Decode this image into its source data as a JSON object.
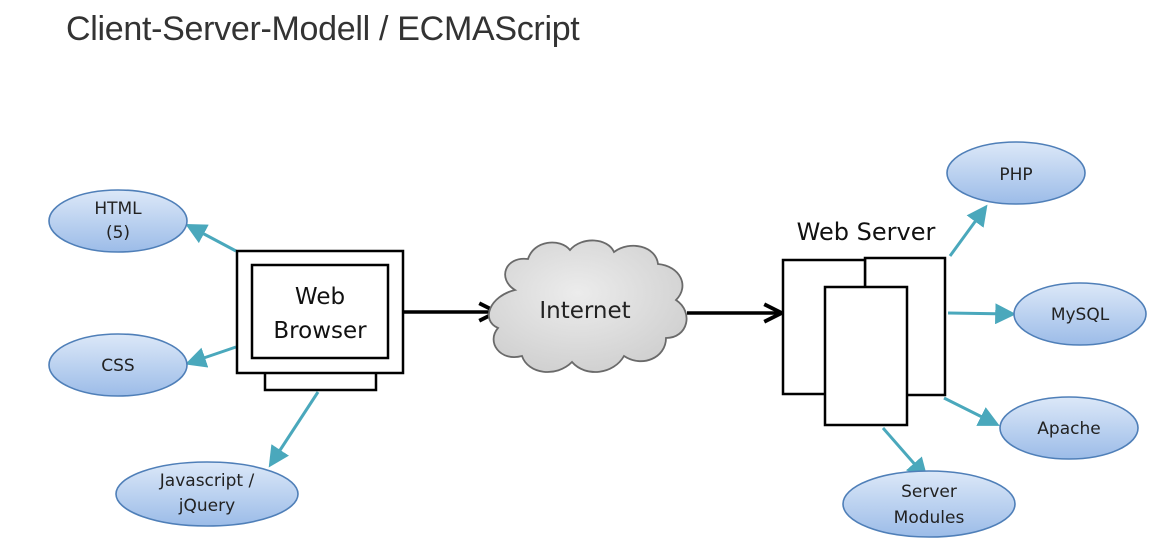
{
  "title": "Client-Server-Modell / ECMAScript",
  "colors": {
    "ellipse_fill_top": "#dce8f8",
    "ellipse_fill_bottom": "#9cbce8",
    "ellipse_stroke": "#4f7fb8",
    "connector": "#4aa8bc",
    "cloud_fill": "#cfcfcf",
    "cloud_stroke": "#6a6a6a",
    "outline": "#000000"
  },
  "diagram": {
    "browser": {
      "line1": "Web",
      "line2": "Browser"
    },
    "internet": {
      "label": "Internet"
    },
    "server": {
      "title": "Web Server"
    },
    "client_nodes": {
      "html": {
        "line1": "HTML",
        "line2": "(5)"
      },
      "css": {
        "label": "CSS"
      },
      "javascript": {
        "line1": "Javascript /",
        "line2": "jQuery"
      }
    },
    "server_nodes": {
      "php": {
        "label": "PHP"
      },
      "mysql": {
        "label": "MySQL"
      },
      "apache": {
        "label": "Apache"
      },
      "modules": {
        "line1": "Server",
        "line2": "Modules"
      }
    }
  }
}
